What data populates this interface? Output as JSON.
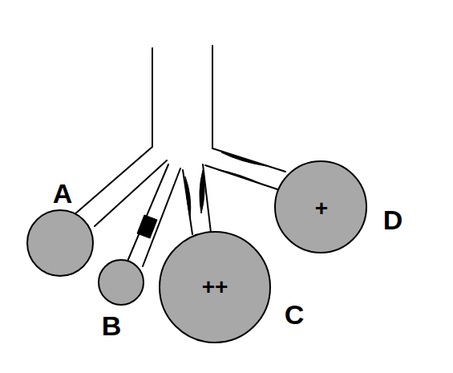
{
  "diagram": {
    "nodes": [
      {
        "text": [
          "A"
        ]
      },
      {
        "text": [
          "B"
        ]
      },
      {
        "text": [
          "++",
          "C"
        ]
      },
      {
        "text": [
          "+",
          "D"
        ]
      }
    ]
  }
}
